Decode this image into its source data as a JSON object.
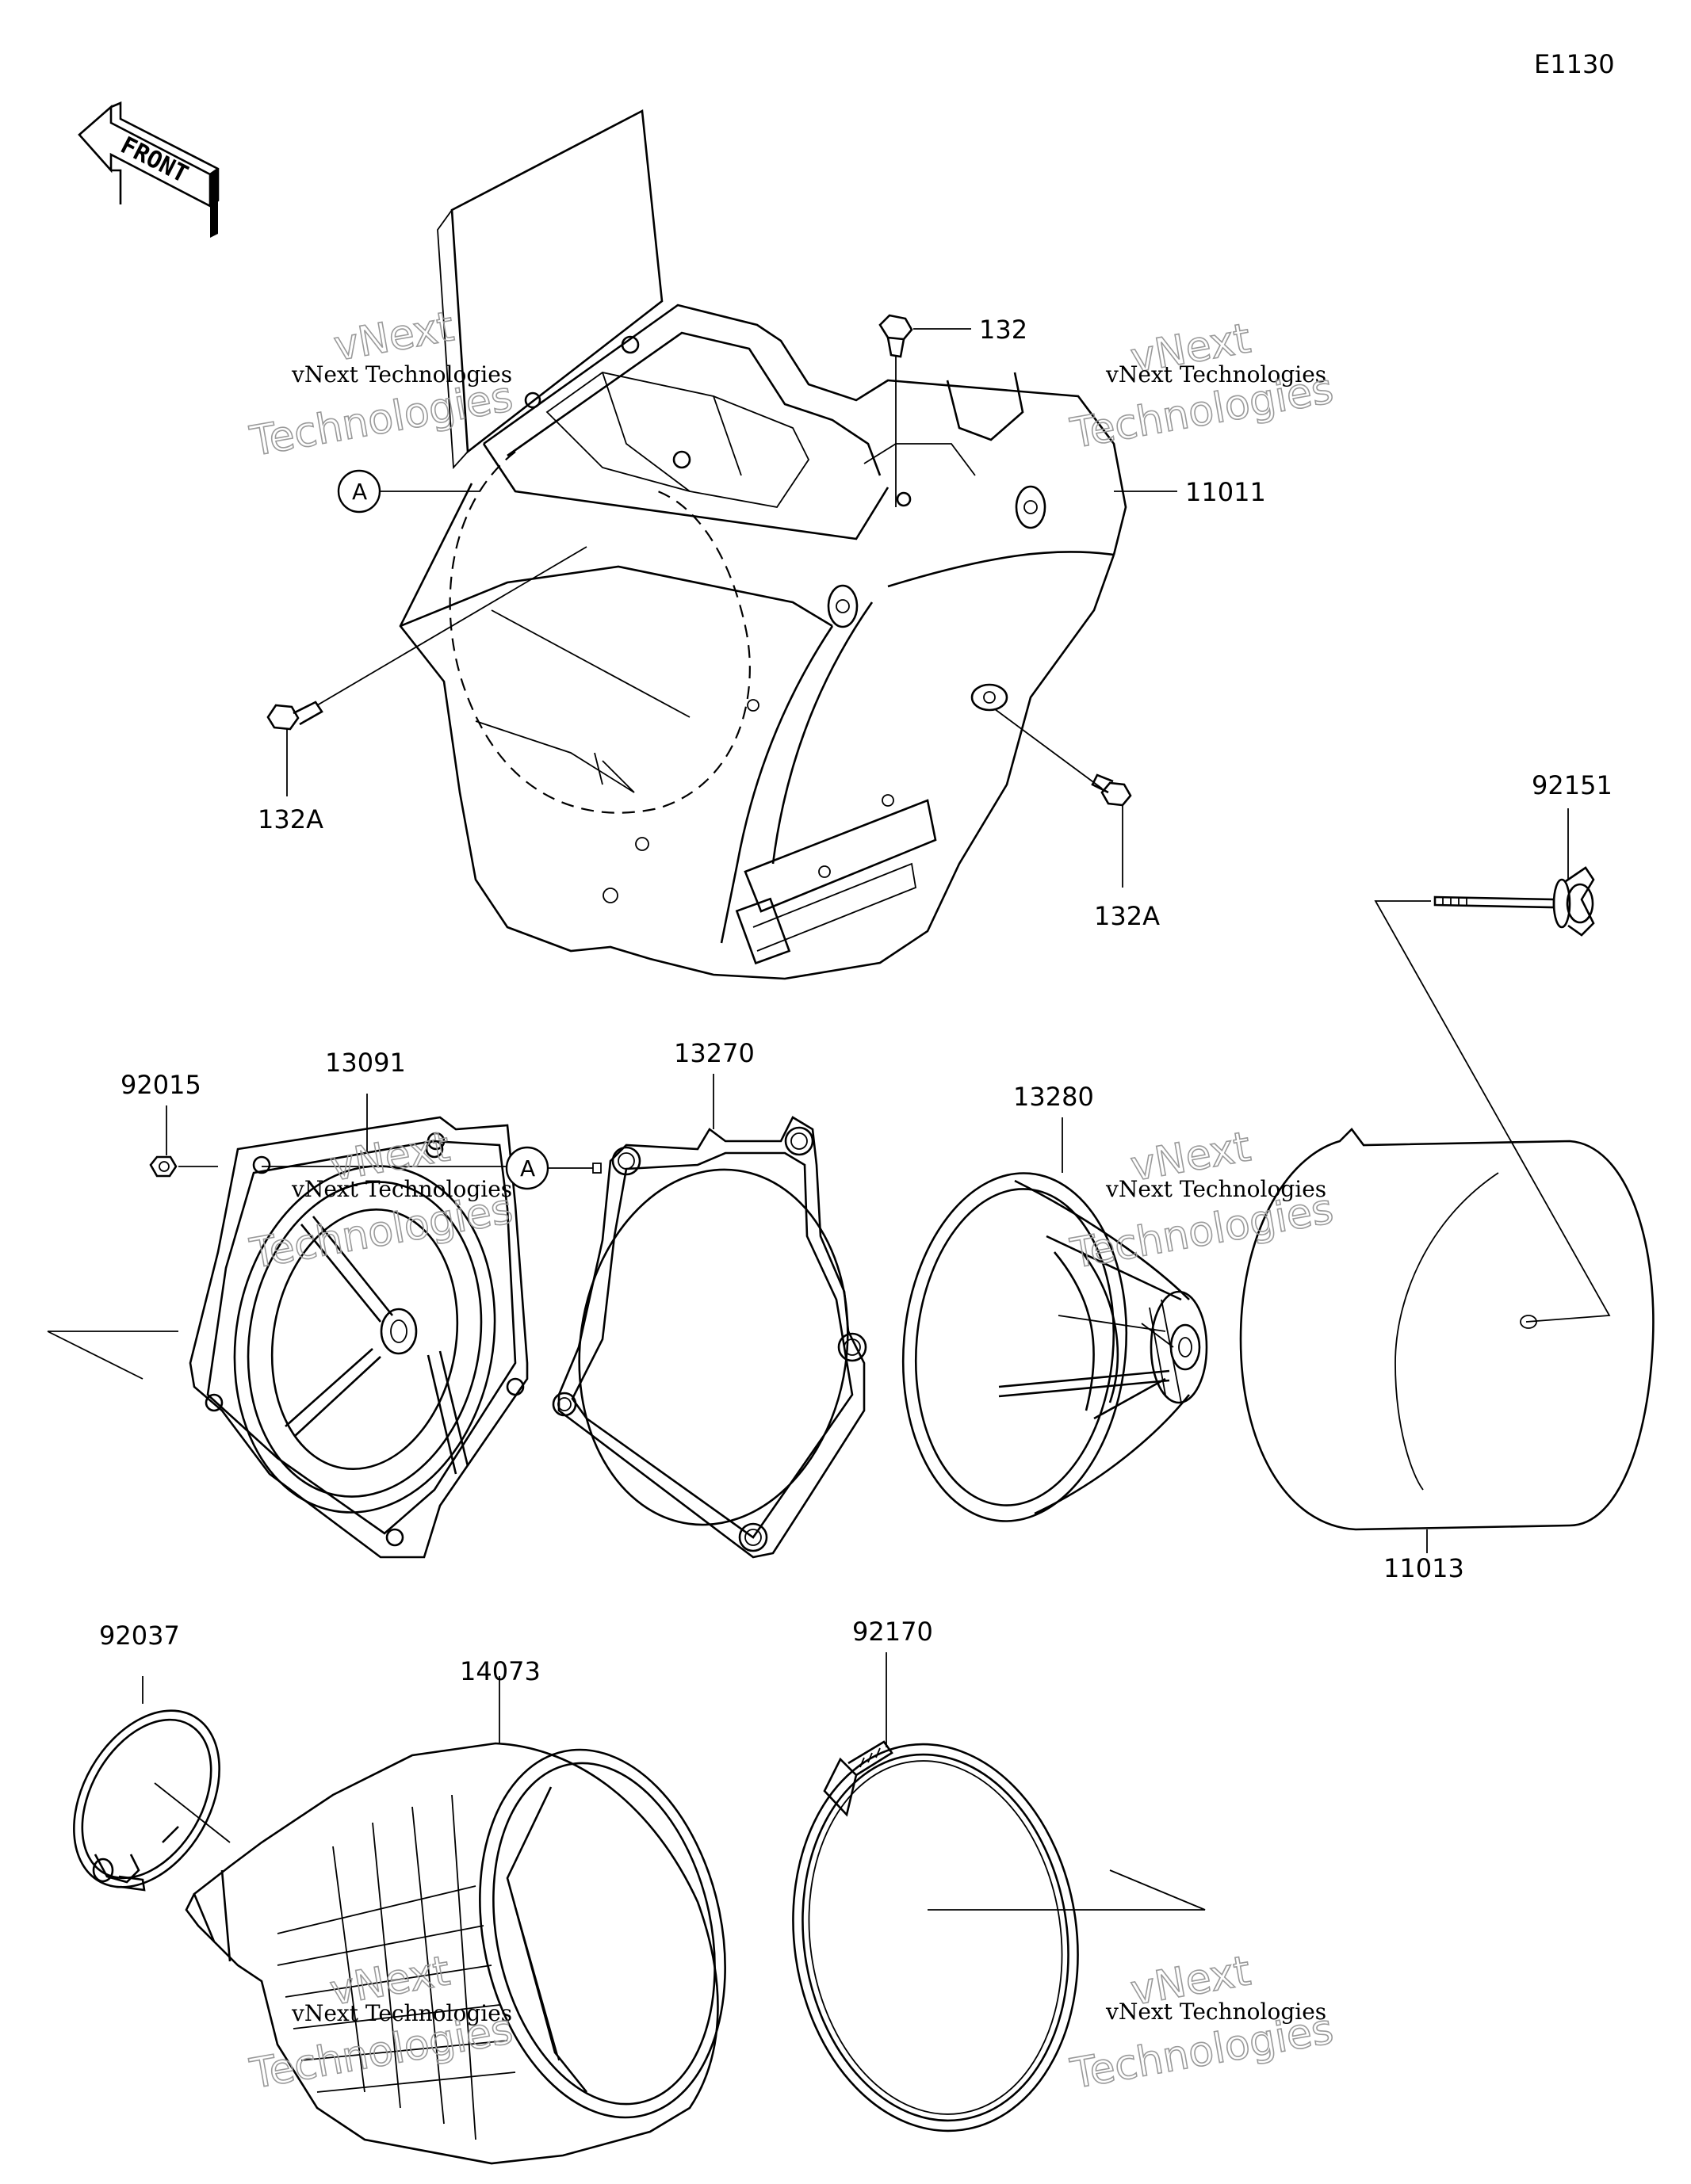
{
  "diagram_code": "E1130",
  "front_label": "FRONT",
  "reference_mark": "A",
  "watermark": {
    "line1": "vNext Technologies",
    "line2_top": "vNext",
    "line2_bottom": "Technologies"
  },
  "parts": [
    {
      "id": "p-132",
      "number": "132"
    },
    {
      "id": "p-11011",
      "number": "11011"
    },
    {
      "id": "p-132a-left",
      "number": "132A"
    },
    {
      "id": "p-132a-right",
      "number": "132A"
    },
    {
      "id": "p-92151",
      "number": "92151"
    },
    {
      "id": "p-92015",
      "number": "92015"
    },
    {
      "id": "p-13091",
      "number": "13091"
    },
    {
      "id": "p-13270",
      "number": "13270"
    },
    {
      "id": "p-13280",
      "number": "13280"
    },
    {
      "id": "p-11013",
      "number": "11013"
    },
    {
      "id": "p-92037",
      "number": "92037"
    },
    {
      "id": "p-14073",
      "number": "14073"
    },
    {
      "id": "p-92170",
      "number": "92170"
    }
  ]
}
